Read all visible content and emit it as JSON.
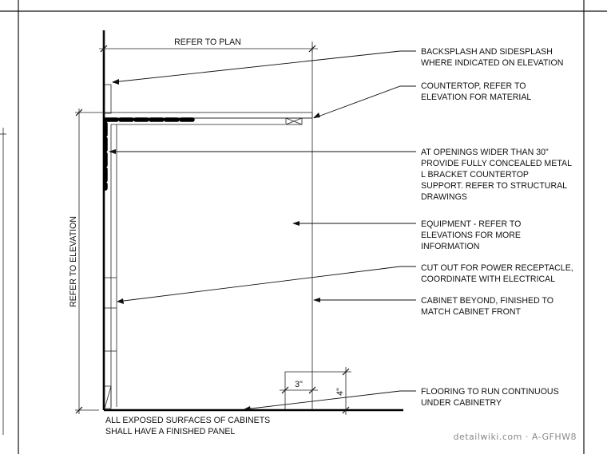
{
  "dimensions": {
    "plan": "REFER TO PLAN",
    "elevation": "REFER TO ELEVATION",
    "inch3": "3\"",
    "inch4": "4\""
  },
  "notes": [
    [
      "BACKSPLASH AND SIDESPLASH",
      "WHERE INDICATED ON ELEVATION"
    ],
    [
      "COUNTERTOP, REFER TO",
      "ELEVATION FOR MATERIAL"
    ],
    [
      "AT OPENINGS WIDER THAN 30\"",
      "PROVIDE FULLY CONCEALED METAL",
      "L BRACKET COUNTERTOP",
      "SUPPORT. REFER TO STRUCTURAL",
      "DRAWINGS"
    ],
    [
      "EQUIPMENT - REFER TO",
      "ELEVATIONS FOR MORE",
      "INFORMATION"
    ],
    [
      "CUT OUT FOR POWER RECEPTACLE,",
      "COORDINATE WITH ELECTRICAL"
    ],
    [
      "CABINET BEYOND, FINISHED TO",
      "MATCH CABINET FRONT"
    ],
    [
      "FLOORING TO RUN CONTINUOUS",
      "UNDER CABINETRY"
    ]
  ],
  "footer_note": [
    "ALL EXPOSED SURFACES OF CABINETS",
    "SHALL HAVE A FINISHED PANEL"
  ],
  "watermark": "detailwiki.com · A-GFHW8"
}
